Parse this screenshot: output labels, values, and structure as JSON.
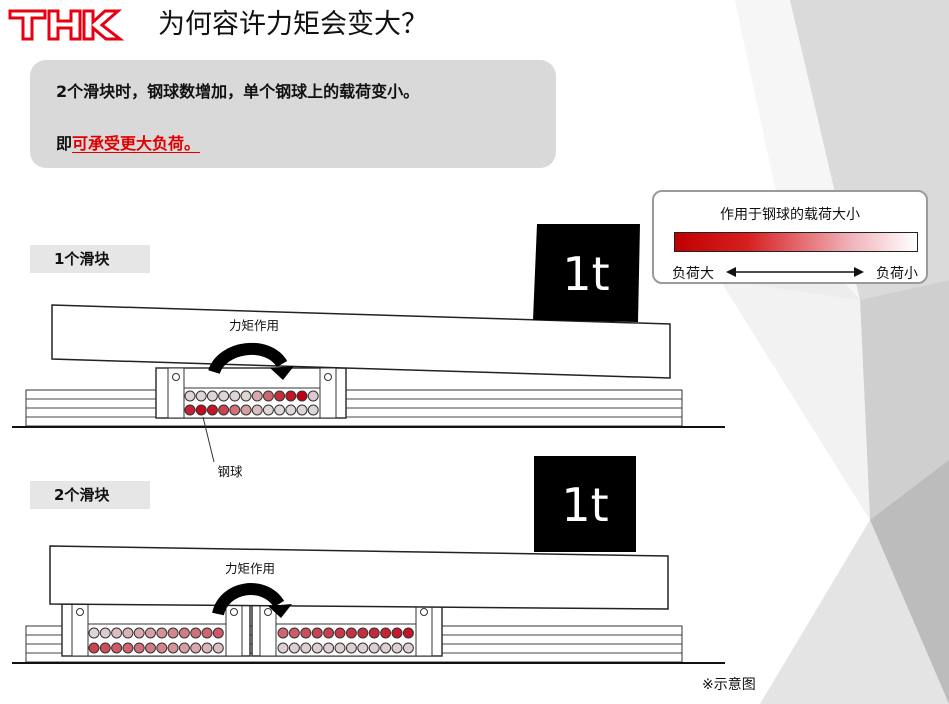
{
  "header": {
    "logo_text": "THK",
    "title": "为何容许力矩会变大？"
  },
  "intro": {
    "line1": "2个滑块时，钢球数增加，单个钢球上的载荷变小。",
    "line2_prefix": "即",
    "line2_highlight": "可承受更大负荷。"
  },
  "legend": {
    "title": "作用于钢球的载荷大小",
    "left_label": "负荷大",
    "right_label": "负荷小",
    "colors": [
      "#c00000",
      "#ffffff"
    ]
  },
  "case1": {
    "label": "1个滑块",
    "weight_label": "1t",
    "moment_label": "力矩作用",
    "ball_label": "钢球",
    "block": {
      "top_row": [
        0.05,
        0.05,
        0.05,
        0.05,
        0.05,
        0.05,
        0.25,
        0.55,
        0.8,
        0.9,
        1.0,
        0.1
      ],
      "bottom_row": [
        0.85,
        0.95,
        0.9,
        0.7,
        0.5,
        0.3,
        0.15,
        0.05,
        0.05,
        0.05,
        0.05,
        0.05
      ]
    }
  },
  "case2": {
    "label": "2个滑块",
    "weight_label": "1t",
    "moment_label": "力矩作用",
    "block_left": {
      "top_row": [
        0.05,
        0.1,
        0.15,
        0.2,
        0.25,
        0.3,
        0.35,
        0.4,
        0.45,
        0.5,
        0.55,
        0.6
      ],
      "bottom_row": [
        0.7,
        0.65,
        0.6,
        0.55,
        0.5,
        0.45,
        0.4,
        0.35,
        0.3,
        0.25,
        0.2,
        0.15
      ]
    },
    "block_right": {
      "top_row": [
        0.55,
        0.6,
        0.65,
        0.7,
        0.72,
        0.75,
        0.78,
        0.8,
        0.82,
        0.85,
        0.88,
        0.9
      ],
      "bottom_row": [
        0.08,
        0.08,
        0.08,
        0.08,
        0.08,
        0.08,
        0.08,
        0.08,
        0.08,
        0.08,
        0.08,
        0.08
      ]
    }
  },
  "footnote": "※示意图"
}
